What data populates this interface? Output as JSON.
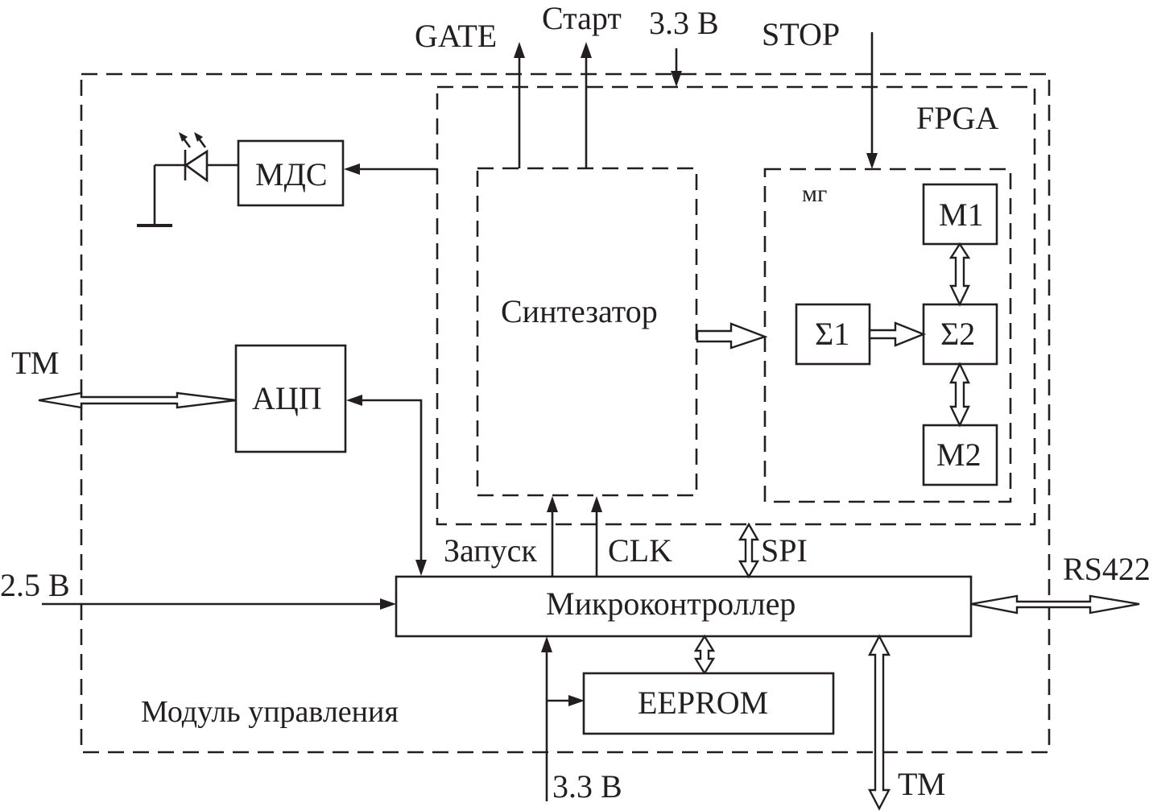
{
  "diagram": {
    "title": "Модуль управления",
    "colors": {
      "ink": "#231f20",
      "background": "#ffffff"
    },
    "regions": {
      "module": {
        "label": "Модуль управления"
      },
      "fpga": {
        "label": "FPGA"
      },
      "synth": {
        "label": "Синтезатор"
      },
      "mg": {
        "label": "мг"
      }
    },
    "blocks": {
      "mds": "МДС",
      "adc": "АЦП",
      "mcu": "Микроконтроллер",
      "eeprom": "EEPROM",
      "sum1": "Σ1",
      "sum2": "Σ2",
      "m1": "M1",
      "m2": "M2"
    },
    "signals": {
      "gate": "GATE",
      "start": "Старт",
      "v33_top": "3.3 В",
      "stop": "STOP",
      "tm_left": "ТМ",
      "v25": "2.5 В",
      "launch": "Запуск",
      "clk": "CLK",
      "spi": "SPI",
      "rs422": "RS422",
      "v33_bottom": "3.3 В",
      "tm_bottom": "ТМ"
    },
    "connections": [
      {
        "from": "Синтезатор",
        "to": "GATE",
        "type": "single"
      },
      {
        "from": "Синтезатор",
        "to": "Старт",
        "type": "single"
      },
      {
        "from": "3.3 В",
        "to": "FPGA",
        "type": "single"
      },
      {
        "from": "STOP",
        "to": "мг",
        "type": "single"
      },
      {
        "from": "FPGA",
        "to": "МДС",
        "type": "single"
      },
      {
        "from": "МДС",
        "to": "LED",
        "type": "single"
      },
      {
        "from": "ТМ",
        "to": "АЦП",
        "type": "bus-bidirectional"
      },
      {
        "from": "Микроконтроллер",
        "to": "АЦП",
        "type": "bidirectional"
      },
      {
        "from": "Синтезатор",
        "to": "мг",
        "type": "bus"
      },
      {
        "from": "Σ1",
        "to": "Σ2",
        "type": "bus"
      },
      {
        "from": "M1",
        "to": "Σ2",
        "type": "bus-bidirectional"
      },
      {
        "from": "Σ2",
        "to": "M2",
        "type": "bus-bidirectional"
      },
      {
        "from": "Микроконтроллер",
        "to": "Синтезатор",
        "label": "Запуск",
        "type": "single"
      },
      {
        "from": "Микроконтроллер",
        "to": "Синтезатор",
        "label": "CLK",
        "type": "single"
      },
      {
        "from": "Микроконтроллер",
        "to": "FPGA",
        "label": "SPI",
        "type": "bus-bidirectional"
      },
      {
        "from": "2.5 В",
        "to": "Микроконтроллер",
        "type": "single"
      },
      {
        "from": "Микроконтроллер",
        "to": "RS422",
        "type": "bus-bidirectional"
      },
      {
        "from": "Микроконтроллер",
        "to": "EEPROM",
        "type": "bus-bidirectional"
      },
      {
        "from": "3.3 В",
        "to": "Микроконтроллер",
        "type": "single"
      },
      {
        "from": "3.3 В",
        "to": "EEPROM",
        "type": "single"
      },
      {
        "from": "Микроконтроллер",
        "to": "ТМ",
        "type": "bus-bidirectional"
      }
    ]
  }
}
